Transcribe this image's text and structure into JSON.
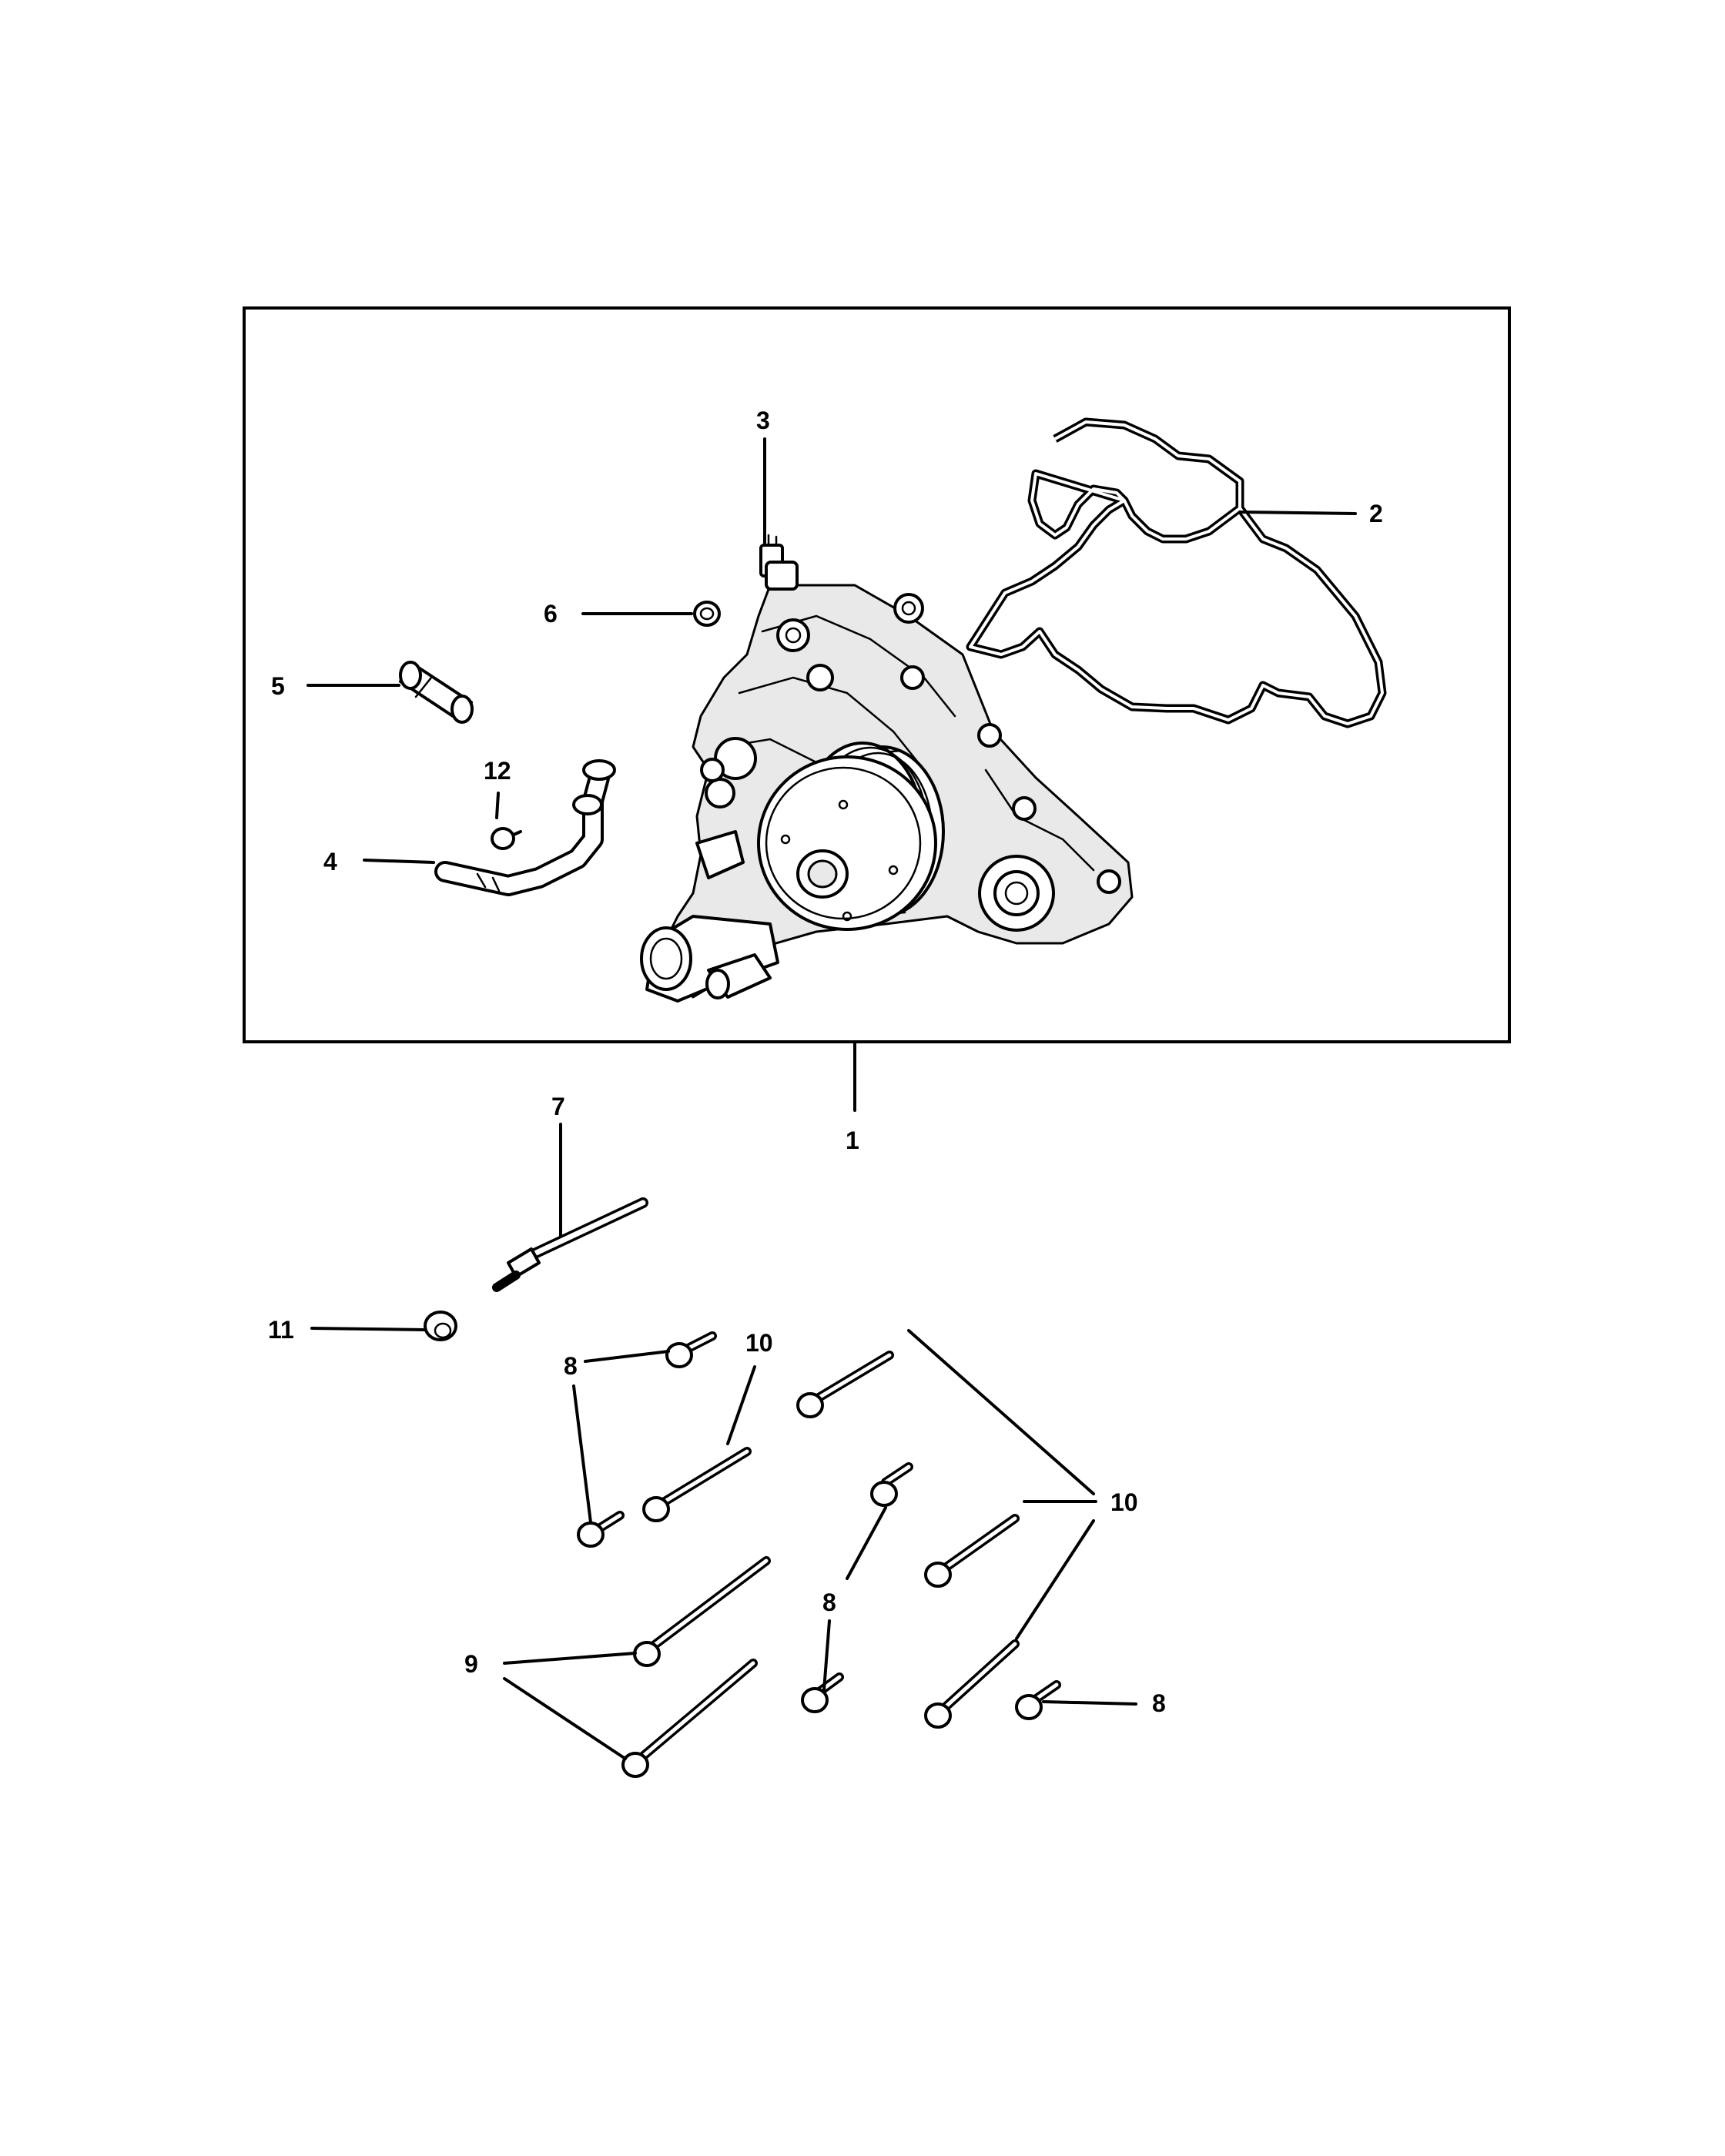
{
  "callouts": {
    "c1": "1",
    "c2": "2",
    "c3": "3",
    "c4": "4",
    "c5": "5",
    "c6": "6",
    "c7": "7",
    "c8a": "8",
    "c8b": "8",
    "c8c": "8",
    "c9": "9",
    "c10a": "10",
    "c10b": "10",
    "c11": "11",
    "c12": "12"
  }
}
